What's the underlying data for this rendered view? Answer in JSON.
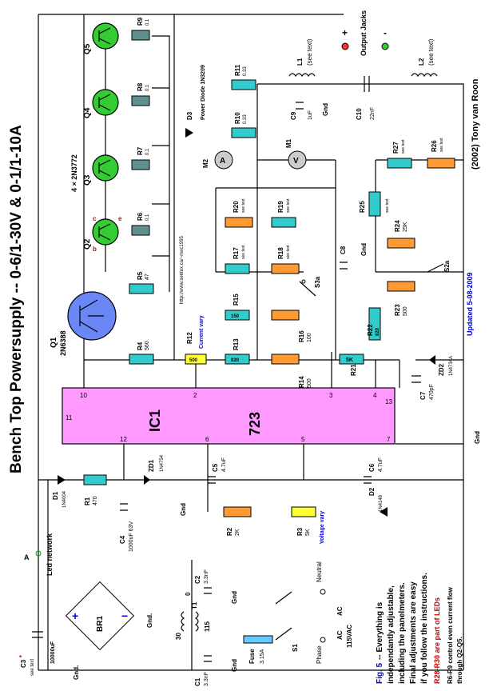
{
  "title": "Bench Top Powersupply -- 0-6/1-30V & 0-1/1-10A",
  "copyright": "(2002) Tony van Roon",
  "updated": "Updated 5-08-2009",
  "url": "http://www.sentex.ca/~mec1995",
  "ic": {
    "name": "IC1",
    "type": "723",
    "pins": [
      "10",
      "11",
      "12",
      "6",
      "5",
      "2",
      "3",
      "4",
      "13",
      "7"
    ]
  },
  "transistors": [
    {
      "ref": "Q1",
      "part": "2N6388"
    },
    {
      "ref": "Q2",
      "part": ""
    },
    {
      "ref": "Q3",
      "part": ""
    },
    {
      "ref": "Q4",
      "part": "4 × 2N3772"
    },
    {
      "ref": "Q5",
      "part": ""
    }
  ],
  "pin_letters": {
    "b": "b",
    "c": "c",
    "e": "e"
  },
  "resistors": [
    {
      "ref": "R1",
      "value": "470"
    },
    {
      "ref": "R4",
      "value": "560"
    },
    {
      "ref": "R5",
      "value": "47"
    },
    {
      "ref": "R6",
      "value": "0.1"
    },
    {
      "ref": "R7",
      "value": "0.1"
    },
    {
      "ref": "R8",
      "value": "0.1"
    },
    {
      "ref": "R9",
      "value": "0.1"
    },
    {
      "ref": "R10",
      "value": "0.33"
    },
    {
      "ref": "R11",
      "value": "0.33"
    },
    {
      "ref": "R12",
      "value": "Current vary"
    },
    {
      "ref": "R13",
      "value": "820"
    },
    {
      "ref": "R14",
      "value": "500"
    },
    {
      "ref": "R15",
      "value": "150"
    },
    {
      "ref": "R16",
      "value": "100"
    },
    {
      "ref": "R17",
      "value": "see text"
    },
    {
      "ref": "R18",
      "value": "see text"
    },
    {
      "ref": "R19",
      "value": "see text"
    },
    {
      "ref": "R20",
      "value": "see text"
    },
    {
      "ref": "R21",
      "value": "5K"
    },
    {
      "ref": "R22",
      "value": "820"
    },
    {
      "ref": "R23",
      "value": "500"
    },
    {
      "ref": "R24",
      "value": "25K"
    },
    {
      "ref": "R25",
      "value": "see text"
    },
    {
      "ref": "R26",
      "value": "see text"
    },
    {
      "ref": "R27",
      "value": "see text"
    },
    {
      "ref": "R2",
      "value": "2K"
    },
    {
      "ref": "R3",
      "value": "5K"
    }
  ],
  "pot_labels": {
    "r12": "500",
    "r13": "820",
    "r15": "150",
    "r22": "820",
    "r3": "Voltage vary"
  },
  "capacitors": [
    {
      "ref": "C1",
      "value": "3.3nF"
    },
    {
      "ref": "C2",
      "value": "3.3nF"
    },
    {
      "ref": "C3",
      "value": "10000uF"
    },
    {
      "ref": "C4",
      "value": "1000uF 63V"
    },
    {
      "ref": "C5",
      "value": "4.7uF"
    },
    {
      "ref": "C6",
      "value": "4.7uF"
    },
    {
      "ref": "C7",
      "value": "470pF"
    },
    {
      "ref": "C8",
      "value": ""
    },
    {
      "ref": "C9",
      "value": "1uF"
    },
    {
      "ref": "C10",
      "value": "22nF"
    }
  ],
  "diodes": [
    {
      "ref": "D1",
      "part": "1N4004"
    },
    {
      "ref": "D2",
      "part": "1N4148"
    },
    {
      "ref": "D3",
      "part": "Power Diode 1N3209"
    },
    {
      "ref": "ZD1",
      "part": "1N4754"
    },
    {
      "ref": "ZD2",
      "part": "1N4734A"
    }
  ],
  "inductors": [
    {
      "ref": "L1",
      "note": "(see text)"
    },
    {
      "ref": "L2",
      "note": "(see text)"
    }
  ],
  "meters": [
    {
      "ref": "M1",
      "symbol": "V"
    },
    {
      "ref": "M2",
      "symbol": "A"
    }
  ],
  "switches": [
    "S1",
    "S2a",
    "S3a"
  ],
  "misc": {
    "br1": "BR1",
    "t1": "T1",
    "sec": "30",
    "pri": "115",
    "sec0": "0",
    "fuse": "Fuse",
    "fuse_val": "3.15A",
    "gnd": "Gnd",
    "gnd2": "Gnd.",
    "led_network": "Led network",
    "point_a": "A",
    "output": "Output Jacks",
    "plus": "+",
    "minus": "-",
    "neutral": "Neutral",
    "phase": "Phase",
    "ac": "AC",
    "vac": "115VAC",
    "see_text": "see text",
    "star": "*"
  },
  "notes": {
    "fig": "Fig. 5",
    "line1": "-- Everything is",
    "line2": "independantly adjustable,",
    "line3": "including the panelmeters.",
    "line4": "Final adjustments are easy",
    "line5": "if you follow the instructions.",
    "leds": "R28-R30 are part of LEDs",
    "r6r9a": "R6-R9 control even current flow",
    "r6r9b": "through Q2-Q5."
  },
  "colors": {
    "resistor": "#33cccc",
    "pot": "#ff9933",
    "transistor": "#33cc33",
    "ic": "#ff99ff",
    "emitter_res": "#5f8f8f",
    "note_blue": "#0000cc",
    "note_red": "#cc0000"
  }
}
